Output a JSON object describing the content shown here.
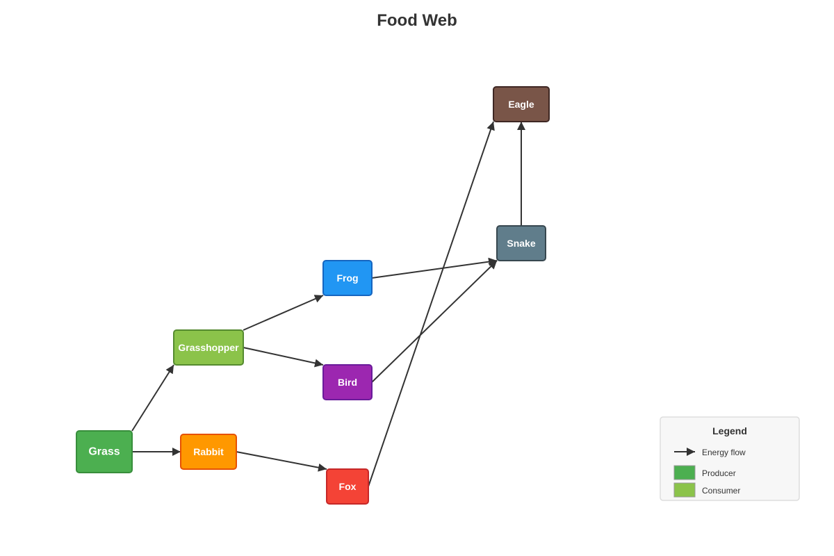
{
  "title": "Food Web",
  "nodes": [
    {
      "id": "grass",
      "label": "Grass",
      "fill": "#4caf50",
      "stroke": "#388e3c"
    },
    {
      "id": "grasshopper",
      "label": "Grasshopper",
      "fill": "#8bc34a",
      "stroke": "#558b2f"
    },
    {
      "id": "rabbit",
      "label": "Rabbit",
      "fill": "#ff9800",
      "stroke": "#e65100"
    },
    {
      "id": "frog",
      "label": "Frog",
      "fill": "#2196f3",
      "stroke": "#1565c0"
    },
    {
      "id": "bird",
      "label": "Bird",
      "fill": "#9c27b0",
      "stroke": "#6a1b9a"
    },
    {
      "id": "fox",
      "label": "Fox",
      "fill": "#f44336",
      "stroke": "#c62828"
    },
    {
      "id": "snake",
      "label": "Snake",
      "fill": "#607d8b",
      "stroke": "#37474f"
    },
    {
      "id": "eagle",
      "label": "Eagle",
      "fill": "#795548",
      "stroke": "#3e2723"
    }
  ],
  "edges": [
    {
      "from": "grass",
      "to": "grasshopper"
    },
    {
      "from": "grass",
      "to": "rabbit"
    },
    {
      "from": "grasshopper",
      "to": "frog"
    },
    {
      "from": "grasshopper",
      "to": "bird"
    },
    {
      "from": "rabbit",
      "to": "fox"
    },
    {
      "from": "frog",
      "to": "snake"
    },
    {
      "from": "bird",
      "to": "snake"
    },
    {
      "from": "fox",
      "to": "eagle"
    },
    {
      "from": "snake",
      "to": "eagle"
    }
  ],
  "legend": {
    "title": "Legend",
    "items": [
      {
        "kind": "arrow",
        "label": "Energy flow"
      },
      {
        "kind": "swatch",
        "label": "Producer",
        "color": "#4caf50"
      },
      {
        "kind": "swatch",
        "label": "Consumer",
        "color": "#8bc34a"
      }
    ]
  },
  "colors": {
    "edge": "#333333",
    "legend_bg": "#f7f7f7",
    "legend_border": "#dddddd"
  }
}
